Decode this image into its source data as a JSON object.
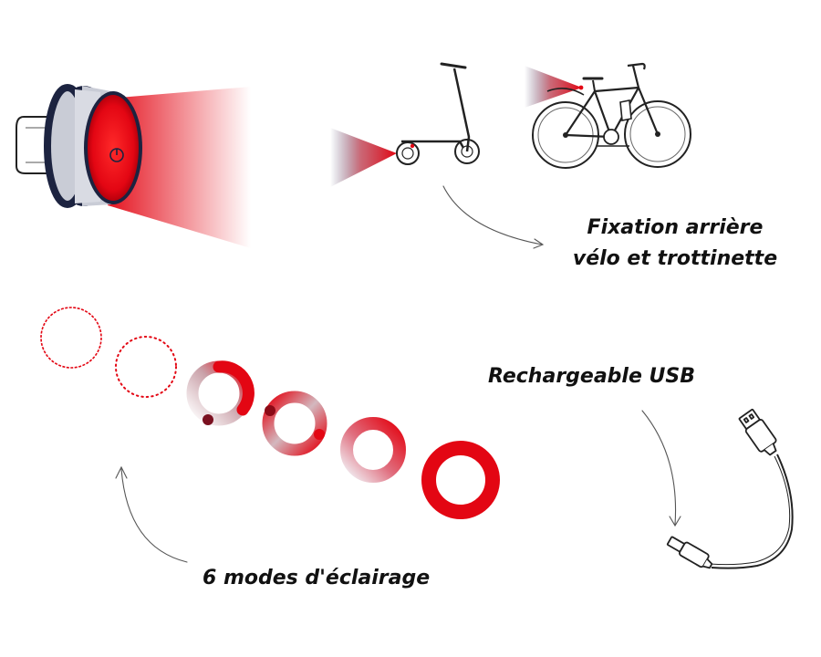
{
  "features": {
    "mount": {
      "line1": "Fixation arrière",
      "line2": "vélo et trottinette"
    },
    "usb": {
      "label": "Rechargeable USB"
    },
    "modes": {
      "label": "6 modes d'éclairage",
      "count": 6
    }
  },
  "colors": {
    "accent": "#e30613",
    "outline": "#222222",
    "light_body_band": "#c9ccd6",
    "light_body_rim": "#1c2340"
  },
  "icons": [
    "rear-light-icon",
    "scooter-icon",
    "bicycle-icon",
    "usb-cable-icon",
    "curved-arrow-icon"
  ]
}
